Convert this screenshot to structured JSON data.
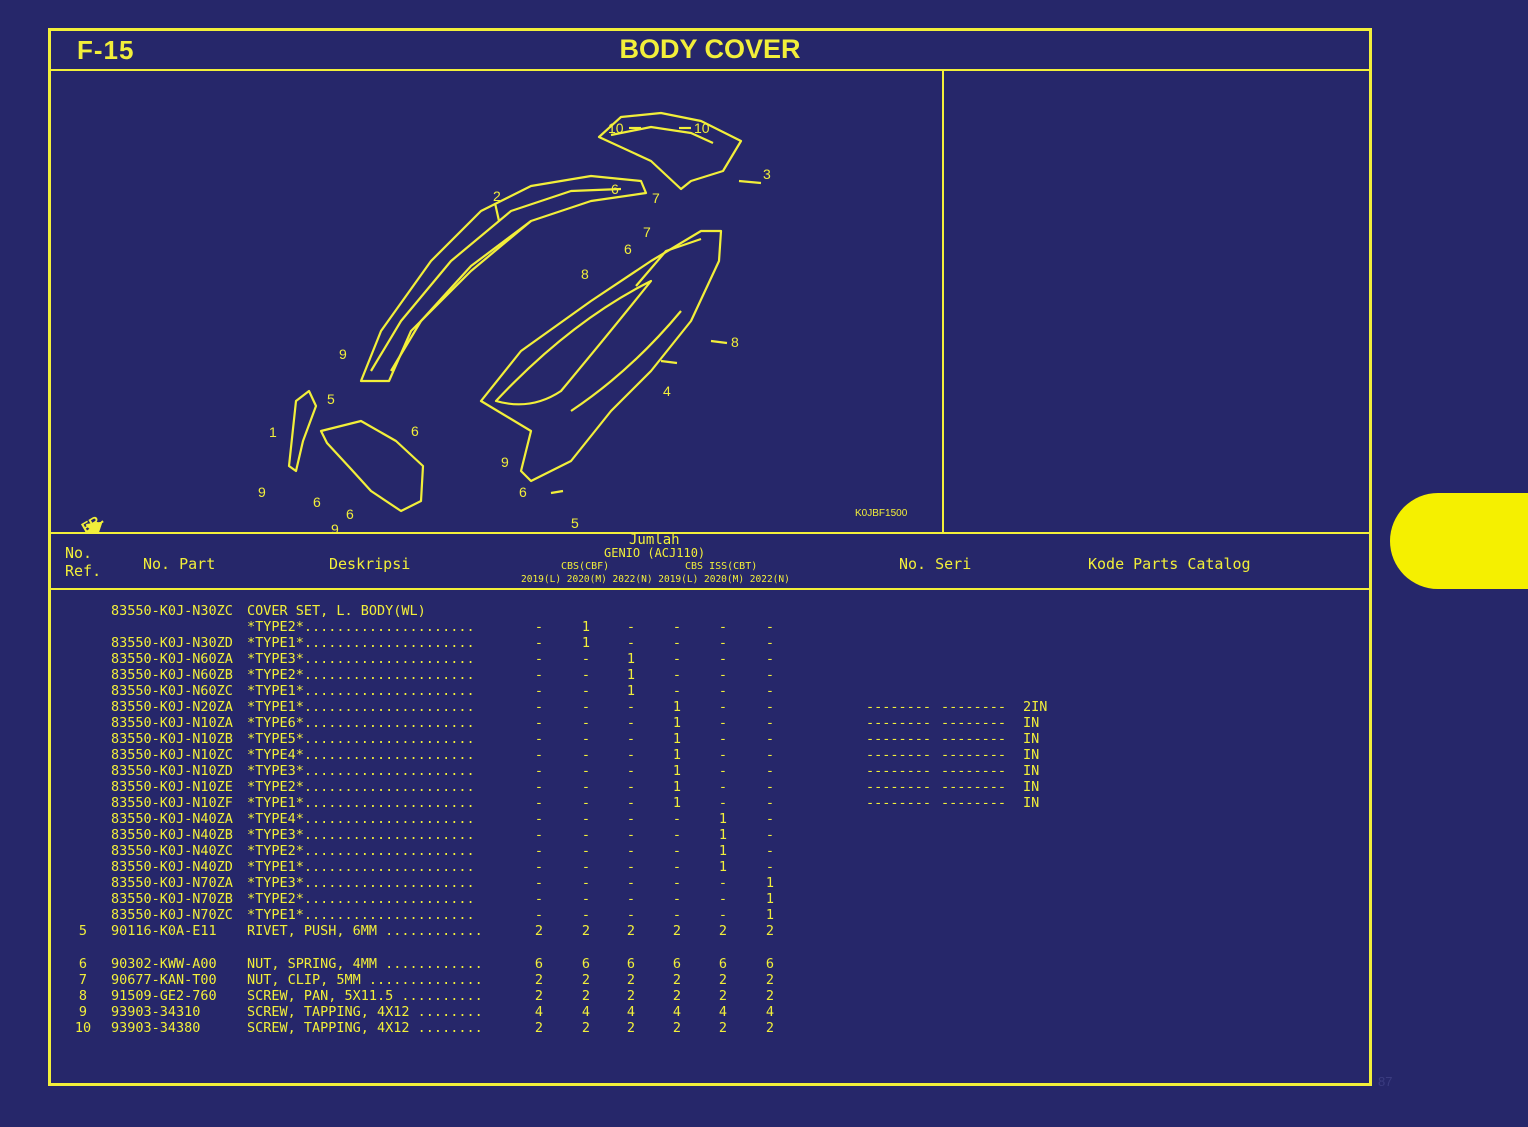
{
  "header": {
    "page_code": "F-15",
    "title": "BODY COVER"
  },
  "diagram": {
    "code": "K0JBF1500",
    "direction_label": "FR.",
    "callouts": [
      "1",
      "2",
      "3",
      "4",
      "5",
      "5",
      "6",
      "6",
      "6",
      "6",
      "6",
      "6",
      "7",
      "7",
      "8",
      "8",
      "9",
      "9",
      "9",
      "9",
      "10",
      "10"
    ]
  },
  "columns": {
    "no_ref": "No.\nRef.",
    "no_part": "No. Part",
    "deskripsi": "Deskripsi",
    "jumlah": "Jumlah",
    "model": "GENIO (ACJ110)",
    "group1": "CBS(CBF)",
    "group2": "CBS ISS(CBT)",
    "years": "2019(L) 2020(M) 2022(N) 2019(L) 2020(M) 2022(N)",
    "no_seri": "No. Seri",
    "kode_catalog": "Kode Parts Catalog"
  },
  "rows": [
    {
      "ref": "",
      "part": "83550-K0J-N30ZC",
      "desc": "COVER SET, L. BODY(WL)",
      "q": [
        "",
        "",
        "",
        "",
        "",
        ""
      ],
      "s1": "",
      "s2": "",
      "s3": ""
    },
    {
      "ref": "",
      "part": "",
      "desc": " *TYPE2*.....................",
      "q": [
        "-",
        "1",
        "-",
        "-",
        "-",
        "-"
      ],
      "s1": "",
      "s2": "",
      "s3": ""
    },
    {
      "ref": "",
      "part": "83550-K0J-N30ZD",
      "desc": " *TYPE1*.....................",
      "q": [
        "-",
        "1",
        "-",
        "-",
        "-",
        "-"
      ],
      "s1": "",
      "s2": "",
      "s3": ""
    },
    {
      "ref": "",
      "part": "83550-K0J-N60ZA",
      "desc": " *TYPE3*.....................",
      "q": [
        "-",
        "-",
        "1",
        "-",
        "-",
        "-"
      ],
      "s1": "",
      "s2": "",
      "s3": ""
    },
    {
      "ref": "",
      "part": "83550-K0J-N60ZB",
      "desc": " *TYPE2*.....................",
      "q": [
        "-",
        "-",
        "1",
        "-",
        "-",
        "-"
      ],
      "s1": "",
      "s2": "",
      "s3": ""
    },
    {
      "ref": "",
      "part": "83550-K0J-N60ZC",
      "desc": " *TYPE1*.....................",
      "q": [
        "-",
        "-",
        "1",
        "-",
        "-",
        "-"
      ],
      "s1": "",
      "s2": "",
      "s3": ""
    },
    {
      "ref": "",
      "part": "83550-K0J-N20ZA",
      "desc": " *TYPE1*.....................",
      "q": [
        "-",
        "-",
        "-",
        "1",
        "-",
        "-"
      ],
      "s1": "--------",
      "s2": "--------",
      "s3": "2IN"
    },
    {
      "ref": "",
      "part": "83550-K0J-N10ZA",
      "desc": " *TYPE6*.....................",
      "q": [
        "-",
        "-",
        "-",
        "1",
        "-",
        "-"
      ],
      "s1": "--------",
      "s2": "--------",
      "s3": "IN"
    },
    {
      "ref": "",
      "part": "83550-K0J-N10ZB",
      "desc": " *TYPE5*.....................",
      "q": [
        "-",
        "-",
        "-",
        "1",
        "-",
        "-"
      ],
      "s1": "--------",
      "s2": "--------",
      "s3": "IN"
    },
    {
      "ref": "",
      "part": "83550-K0J-N10ZC",
      "desc": " *TYPE4*.....................",
      "q": [
        "-",
        "-",
        "-",
        "1",
        "-",
        "-"
      ],
      "s1": "--------",
      "s2": "--------",
      "s3": "IN"
    },
    {
      "ref": "",
      "part": "83550-K0J-N10ZD",
      "desc": " *TYPE3*.....................",
      "q": [
        "-",
        "-",
        "-",
        "1",
        "-",
        "-"
      ],
      "s1": "--------",
      "s2": "--------",
      "s3": "IN"
    },
    {
      "ref": "",
      "part": "83550-K0J-N10ZE",
      "desc": " *TYPE2*.....................",
      "q": [
        "-",
        "-",
        "-",
        "1",
        "-",
        "-"
      ],
      "s1": "--------",
      "s2": "--------",
      "s3": "IN"
    },
    {
      "ref": "",
      "part": "83550-K0J-N10ZF",
      "desc": " *TYPE1*.....................",
      "q": [
        "-",
        "-",
        "-",
        "1",
        "-",
        "-"
      ],
      "s1": "--------",
      "s2": "--------",
      "s3": "IN"
    },
    {
      "ref": "",
      "part": "83550-K0J-N40ZA",
      "desc": " *TYPE4*.....................",
      "q": [
        "-",
        "-",
        "-",
        "-",
        "1",
        "-"
      ],
      "s1": "",
      "s2": "",
      "s3": ""
    },
    {
      "ref": "",
      "part": "83550-K0J-N40ZB",
      "desc": " *TYPE3*.....................",
      "q": [
        "-",
        "-",
        "-",
        "-",
        "1",
        "-"
      ],
      "s1": "",
      "s2": "",
      "s3": ""
    },
    {
      "ref": "",
      "part": "83550-K0J-N40ZC",
      "desc": " *TYPE2*.....................",
      "q": [
        "-",
        "-",
        "-",
        "-",
        "1",
        "-"
      ],
      "s1": "",
      "s2": "",
      "s3": ""
    },
    {
      "ref": "",
      "part": "83550-K0J-N40ZD",
      "desc": " *TYPE1*.....................",
      "q": [
        "-",
        "-",
        "-",
        "-",
        "1",
        "-"
      ],
      "s1": "",
      "s2": "",
      "s3": ""
    },
    {
      "ref": "",
      "part": "83550-K0J-N70ZA",
      "desc": " *TYPE3*.....................",
      "q": [
        "-",
        "-",
        "-",
        "-",
        "-",
        "1"
      ],
      "s1": "",
      "s2": "",
      "s3": ""
    },
    {
      "ref": "",
      "part": "83550-K0J-N70ZB",
      "desc": " *TYPE2*.....................",
      "q": [
        "-",
        "-",
        "-",
        "-",
        "-",
        "1"
      ],
      "s1": "",
      "s2": "",
      "s3": ""
    },
    {
      "ref": "",
      "part": "83550-K0J-N70ZC",
      "desc": " *TYPE1*.....................",
      "q": [
        "-",
        "-",
        "-",
        "-",
        "-",
        "1"
      ],
      "s1": "",
      "s2": "",
      "s3": ""
    },
    {
      "ref": "5",
      "part": "90116-K0A-E11",
      "desc": "RIVET, PUSH, 6MM ............",
      "q": [
        "2",
        "2",
        "2",
        "2",
        "2",
        "2"
      ],
      "s1": "",
      "s2": "",
      "s3": ""
    },
    {
      "ref": "6",
      "part": "90302-KWW-A00",
      "desc": "NUT, SPRING, 4MM ............",
      "q": [
        "6",
        "6",
        "6",
        "6",
        "6",
        "6"
      ],
      "s1": "",
      "s2": "",
      "s3": ""
    },
    {
      "ref": "7",
      "part": "90677-KAN-T00",
      "desc": "NUT, CLIP, 5MM ..............",
      "q": [
        "2",
        "2",
        "2",
        "2",
        "2",
        "2"
      ],
      "s1": "",
      "s2": "",
      "s3": ""
    },
    {
      "ref": "8",
      "part": "91509-GE2-760",
      "desc": "SCREW, PAN, 5X11.5 ..........",
      "q": [
        "2",
        "2",
        "2",
        "2",
        "2",
        "2"
      ],
      "s1": "",
      "s2": "",
      "s3": ""
    },
    {
      "ref": "9",
      "part": "93903-34310",
      "desc": "SCREW, TAPPING, 4X12 ........",
      "q": [
        "4",
        "4",
        "4",
        "4",
        "4",
        "4"
      ],
      "s1": "",
      "s2": "",
      "s3": ""
    },
    {
      "ref": "10",
      "part": "93903-34380",
      "desc": "SCREW, TAPPING, 4X12 ........",
      "q": [
        "2",
        "2",
        "2",
        "2",
        "2",
        "2"
      ],
      "s1": "",
      "s2": "",
      "s3": ""
    }
  ],
  "footer": {
    "page_number": "87"
  }
}
